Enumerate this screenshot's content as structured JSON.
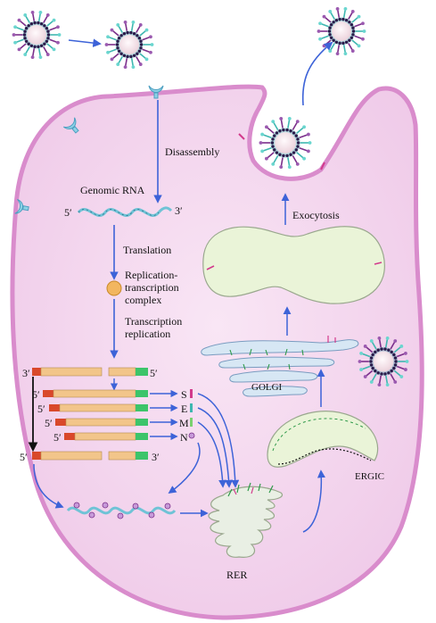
{
  "labels": {
    "disassembly": "Disassembly",
    "genomic_rna": "Genomic RNA",
    "five_prime": "5′",
    "three_prime": "3′",
    "translation": "Translation",
    "rtc_line1": "Replication-",
    "rtc_line2": "transcription",
    "rtc_line3": "complex",
    "tr_line1": "Transcription",
    "tr_line2": "replication",
    "exocytosis": "Exocytosis",
    "golgi": "GOLGI",
    "ergic": "ERGIC",
    "rer": "RER",
    "protein_s": "S",
    "protein_e": "E",
    "protein_m": "M",
    "protein_n": "N"
  },
  "colors": {
    "cell_fill": "#f4d6ee",
    "cell_membrane": "#d98ccc",
    "arrow": "#3d63d8",
    "rna": "#6fc3d6",
    "orf_body": "#f2c58a",
    "orf_5cap": "#d9482b",
    "orf_3end": "#3cc46a",
    "organelle_fill": "#eaf4d8",
    "golgi_fill": "#d7e7f4",
    "er_fill": "#e9efe4",
    "virion_core": "#f4e6ea",
    "spike_teal": "#3fb7b0",
    "spike_purple": "#7b2f8a",
    "nucleocapsid": "#2a1b4a"
  },
  "icons": [
    "virion-icon",
    "ace2-receptor-icon",
    "rtc-icon",
    "rna-strand-icon"
  ]
}
